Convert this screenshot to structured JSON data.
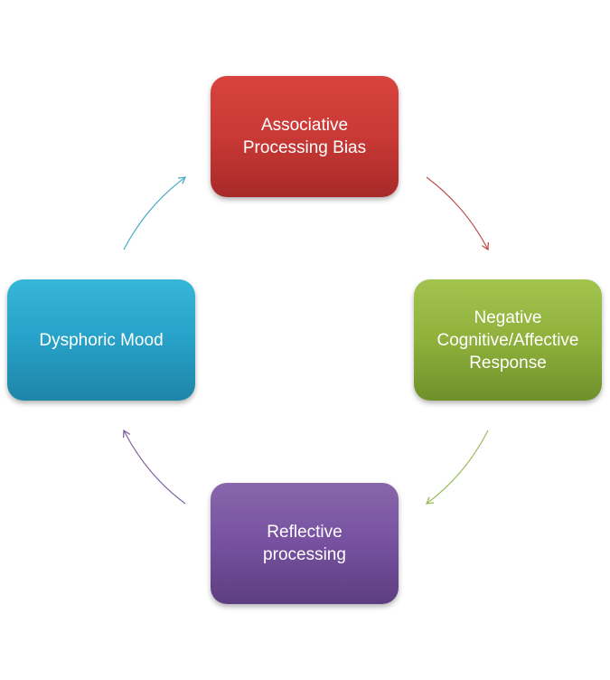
{
  "diagram": {
    "nodes": [
      {
        "id": "top",
        "label": "Associative\nProcessing Bias",
        "color": "#c93935"
      },
      {
        "id": "right",
        "label": "Negative\nCognitive/Affective\nResponse",
        "color": "#8fb13c"
      },
      {
        "id": "bottom",
        "label": "Reflective\nprocessing",
        "color": "#7751a0"
      },
      {
        "id": "left",
        "label": "Dysphoric Mood",
        "color": "#27a1c8"
      }
    ],
    "edges": [
      {
        "from": "top",
        "to": "right",
        "color": "#c0504d"
      },
      {
        "from": "right",
        "to": "bottom",
        "color": "#9bbb59"
      },
      {
        "from": "bottom",
        "to": "left",
        "color": "#8064a2"
      },
      {
        "from": "left",
        "to": "top",
        "color": "#4bacc6"
      }
    ]
  }
}
